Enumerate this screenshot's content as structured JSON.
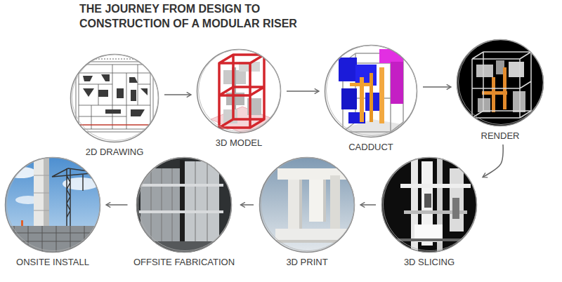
{
  "diagram": {
    "title": "THE JOURNEY FROM DESIGN TO CONSTRUCTION OF A MODULAR RISER",
    "nodes": [
      {
        "text": [
          "2D DRAWING"
        ]
      },
      {
        "text": [
          "3D MODEL"
        ]
      },
      {
        "text": [
          "CADDUCT"
        ]
      },
      {
        "text": [
          "RENDER"
        ]
      },
      {
        "text": [
          "3D SLICING"
        ]
      },
      {
        "text": [
          "3D PRINT"
        ]
      },
      {
        "text": [
          "OFFSITE FABRICATION"
        ]
      },
      {
        "text": [
          "ONSITE INSTALL"
        ]
      }
    ],
    "edges": [
      {
        "from": 0,
        "to": 1,
        "arrow": "to"
      },
      {
        "from": 1,
        "to": 2,
        "arrow": "to"
      },
      {
        "from": 2,
        "to": 3,
        "arrow": "to"
      },
      {
        "from": 3,
        "to": 4,
        "arrow": "to"
      },
      {
        "from": 4,
        "to": 5,
        "arrow": "to"
      },
      {
        "from": 5,
        "to": 6,
        "arrow": "to"
      },
      {
        "from": 6,
        "to": 7,
        "arrow": "to"
      }
    ]
  }
}
